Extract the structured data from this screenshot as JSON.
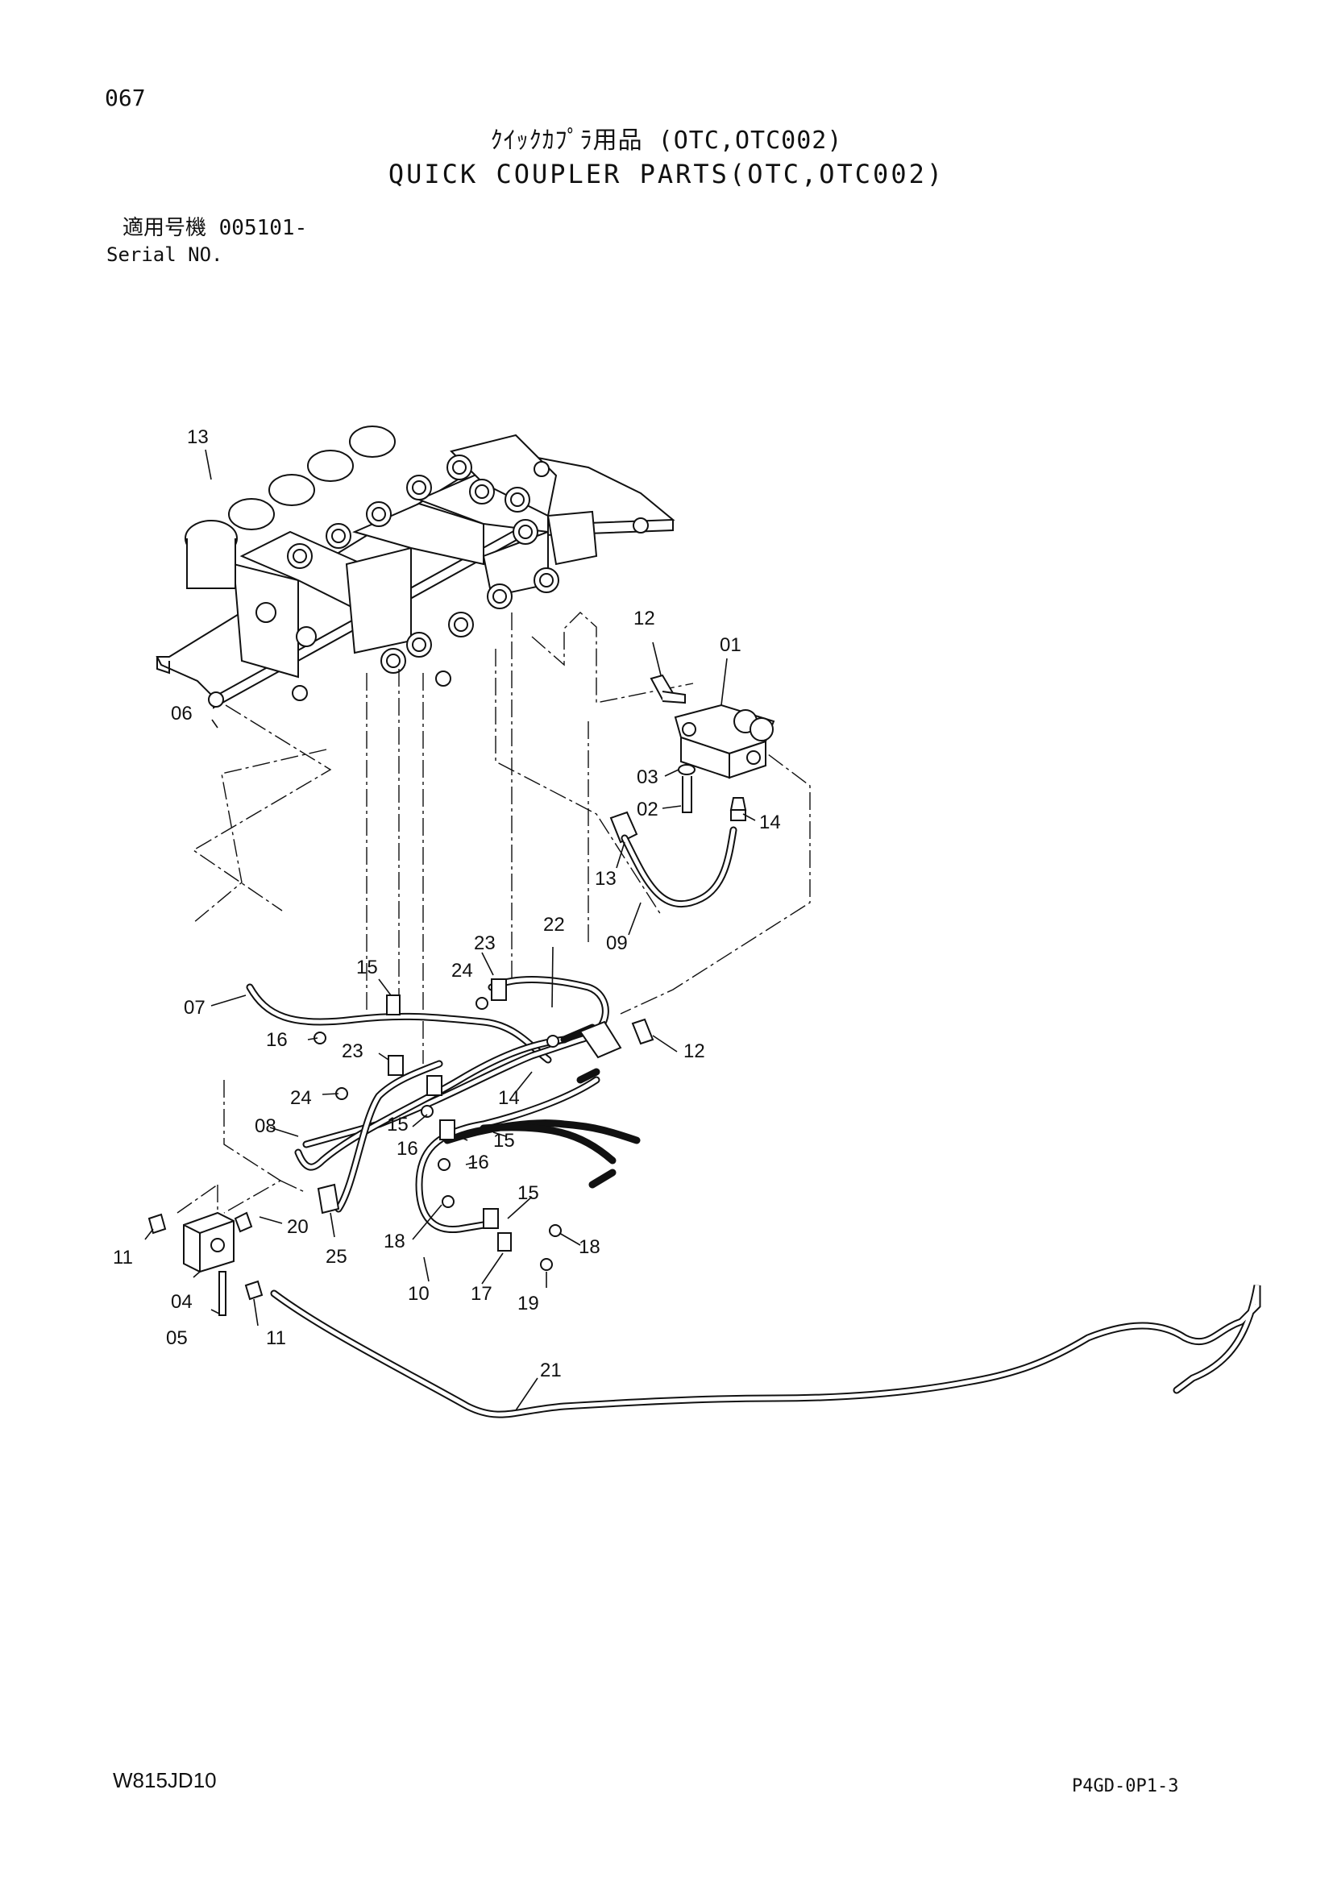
{
  "header": {
    "page_number": "067",
    "title_jp": "ｸｲｯｸｶﾌﾟﾗ用品 (OTC,OTC002)",
    "title_en": "QUICK COUPLER PARTS(OTC,OTC002)",
    "serial_jp": "適用号機 005101-",
    "serial_en": "Serial NO."
  },
  "footer": {
    "drawing_code": "W815JD10",
    "page_code": "P4GD-0P1-3"
  },
  "callouts": [
    {
      "id": "c13a",
      "text": "13"
    },
    {
      "id": "c12a",
      "text": "12"
    },
    {
      "id": "c01",
      "text": "01"
    },
    {
      "id": "c06",
      "text": "06"
    },
    {
      "id": "c03",
      "text": "03"
    },
    {
      "id": "c02",
      "text": "02"
    },
    {
      "id": "c14a",
      "text": "14"
    },
    {
      "id": "c13b",
      "text": "13"
    },
    {
      "id": "c09",
      "text": "09"
    },
    {
      "id": "c23a",
      "text": "23"
    },
    {
      "id": "c22",
      "text": "22"
    },
    {
      "id": "c15a",
      "text": "15"
    },
    {
      "id": "c24a",
      "text": "24"
    },
    {
      "id": "c07",
      "text": "07"
    },
    {
      "id": "c16a",
      "text": "16"
    },
    {
      "id": "c23b",
      "text": "23"
    },
    {
      "id": "c12b",
      "text": "12"
    },
    {
      "id": "c24b",
      "text": "24"
    },
    {
      "id": "c14b",
      "text": "14"
    },
    {
      "id": "c08",
      "text": "08"
    },
    {
      "id": "c15b",
      "text": "15"
    },
    {
      "id": "c16b",
      "text": "16"
    },
    {
      "id": "c15c",
      "text": "15"
    },
    {
      "id": "c16c",
      "text": "16"
    },
    {
      "id": "c15d",
      "text": "15"
    },
    {
      "id": "c20",
      "text": "20"
    },
    {
      "id": "c11a",
      "text": "11"
    },
    {
      "id": "c25",
      "text": "25"
    },
    {
      "id": "c18a",
      "text": "18"
    },
    {
      "id": "c18b",
      "text": "18"
    },
    {
      "id": "c04",
      "text": "04"
    },
    {
      "id": "c10",
      "text": "10"
    },
    {
      "id": "c17",
      "text": "17"
    },
    {
      "id": "c19",
      "text": "19"
    },
    {
      "id": "c05",
      "text": "05"
    },
    {
      "id": "c11b",
      "text": "11"
    },
    {
      "id": "c21",
      "text": "21"
    }
  ]
}
